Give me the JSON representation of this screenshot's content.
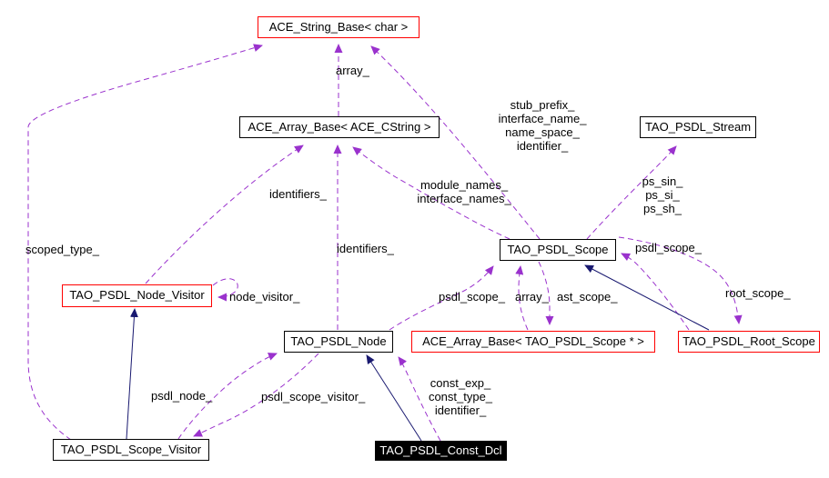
{
  "diagram": {
    "title": "TAO_PSDL_Const_Dcl collaboration graph",
    "colors": {
      "usage_edge": "#9a32cd",
      "inheritance_edge": "#191970",
      "truncated_node_border": "#ff0000",
      "node_border": "#000000",
      "current_node_fill": "#000000",
      "current_node_text": "#ffffff",
      "background": "#ffffff"
    },
    "nodes": {
      "string_base": {
        "label": "ACE_String_Base< char >"
      },
      "array_cstring": {
        "label": "ACE_Array_Base< ACE_CString >"
      },
      "stream": {
        "label": "TAO_PSDL_Stream"
      },
      "scope": {
        "label": "TAO_PSDL_Scope"
      },
      "node_visitor": {
        "label": "TAO_PSDL_Node_Visitor"
      },
      "node": {
        "label": "TAO_PSDL_Node"
      },
      "array_scope": {
        "label": "ACE_Array_Base< TAO_PSDL_Scope * >"
      },
      "root_scope": {
        "label": "TAO_PSDL_Root_Scope"
      },
      "scope_visitor": {
        "label": "TAO_PSDL_Scope_Visitor"
      },
      "const_dcl": {
        "label": "TAO_PSDL_Const_Dcl"
      }
    },
    "edge_labels": {
      "array_top": {
        "text": "array_"
      },
      "stub_block": {
        "text": "stub_prefix_\ninterface_name_\nname_space_\nidentifier_"
      },
      "identifiers_left": {
        "text": "identifiers_"
      },
      "module_block": {
        "text": "module_names_\ninterface_names_"
      },
      "ps_block": {
        "text": "ps_sin_\nps_si_\nps_sh_"
      },
      "scoped_type": {
        "text": "scoped_type_"
      },
      "identifiers_mid": {
        "text": "identifiers_"
      },
      "psdl_scope_right": {
        "text": "psdl_scope_"
      },
      "node_visitor_loop": {
        "text": "node_visitor_"
      },
      "psdl_scope_left": {
        "text": "psdl_scope_"
      },
      "array_mid": {
        "text": "array_"
      },
      "ast_scope": {
        "text": "ast_scope_"
      },
      "root_scope": {
        "text": "root_scope_"
      },
      "psdl_node": {
        "text": "psdl_node_"
      },
      "psdl_scope_visitor": {
        "text": "psdl_scope_visitor_"
      },
      "const_block": {
        "text": "const_exp_\nconst_type_\nidentifier_"
      }
    }
  }
}
